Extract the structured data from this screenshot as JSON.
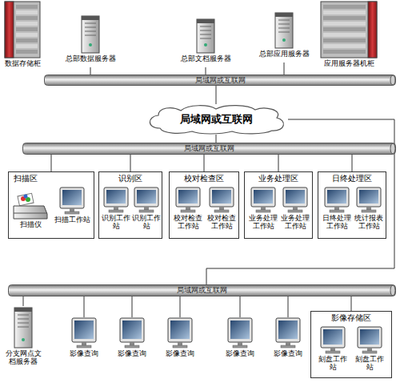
{
  "diagram": {
    "nodes": [
      {
        "text": [
          "数据存储柜"
        ]
      },
      {
        "text": [
          "总部数据服务器"
        ]
      },
      {
        "text": [
          "总部文档服务器"
        ]
      },
      {
        "text": [
          "总部应用服务器"
        ]
      },
      {
        "text": [
          "应用服务器机柜"
        ]
      },
      {
        "text": [
          "局域网或互联网"
        ]
      },
      {
        "text": [
          "局域网或互联网"
        ]
      },
      {
        "text": [
          "局域网或互联网"
        ]
      },
      {
        "text": [
          "扫描区"
        ]
      },
      {
        "text": [
          "扫描仪"
        ],
        "in": 8
      },
      {
        "text": [
          "扫描工作站"
        ],
        "in": 8
      },
      {
        "text": [
          "识别区"
        ]
      },
      {
        "text": [
          "识别工作站"
        ],
        "in": 11
      },
      {
        "text": [
          "识别工作站"
        ],
        "in": 11
      },
      {
        "text": [
          "校对检查区"
        ]
      },
      {
        "text": [
          "校对检查工作站"
        ],
        "in": 14
      },
      {
        "text": [
          "校对检查工作站"
        ],
        "in": 14
      },
      {
        "text": [
          "业务处理区"
        ]
      },
      {
        "text": [
          "业务处理工作站"
        ],
        "in": 17
      },
      {
        "text": [
          "业务处理工作站"
        ],
        "in": 17
      },
      {
        "text": [
          "日终处理区"
        ]
      },
      {
        "text": [
          "日终处理工作站"
        ],
        "in": 20
      },
      {
        "text": [
          "统计报表工作站"
        ],
        "in": 20
      },
      {
        "text": [
          "局域网或互联网"
        ]
      },
      {
        "text": [
          "分支网点文档服务器"
        ]
      },
      {
        "text": [
          "影像查询"
        ]
      },
      {
        "text": [
          "影像查询"
        ]
      },
      {
        "text": [
          "影像查询"
        ]
      },
      {
        "text": [
          "影像查询"
        ]
      },
      {
        "text": [
          "影像查询"
        ]
      },
      {
        "text": [
          "影像存储区"
        ]
      },
      {
        "text": [
          "刻盘工作站"
        ],
        "in": 30
      },
      {
        "text": [
          "刻盘工作站"
        ],
        "in": 30
      }
    ],
    "edges": [
      {
        "from": 1,
        "to": 5,
        "arrow": "none"
      },
      {
        "from": 2,
        "to": 5,
        "arrow": "none"
      },
      {
        "from": 3,
        "to": 5,
        "arrow": "none"
      },
      {
        "from": 5,
        "to": 6,
        "arrow": "none"
      },
      {
        "from": 6,
        "to": 7,
        "arrow": "none"
      },
      {
        "from": 6,
        "to": 23,
        "arrow": "none"
      },
      {
        "from": 7,
        "to": 8,
        "arrow": "none"
      },
      {
        "from": 7,
        "to": 11,
        "arrow": "none"
      },
      {
        "from": 7,
        "to": 14,
        "arrow": "none"
      },
      {
        "from": 7,
        "to": 17,
        "arrow": "none"
      },
      {
        "from": 7,
        "to": 20,
        "arrow": "none"
      },
      {
        "from": 9,
        "to": 10,
        "arrow": "none"
      },
      {
        "from": 23,
        "to": 24,
        "arrow": "none"
      },
      {
        "from": 23,
        "to": 25,
        "arrow": "none"
      },
      {
        "from": 23,
        "to": 26,
        "arrow": "none"
      },
      {
        "from": 23,
        "to": 27,
        "arrow": "none"
      },
      {
        "from": 23,
        "to": 28,
        "arrow": "none"
      },
      {
        "from": 23,
        "to": 29,
        "arrow": "none"
      },
      {
        "from": 23,
        "to": 30,
        "arrow": "none"
      }
    ]
  }
}
